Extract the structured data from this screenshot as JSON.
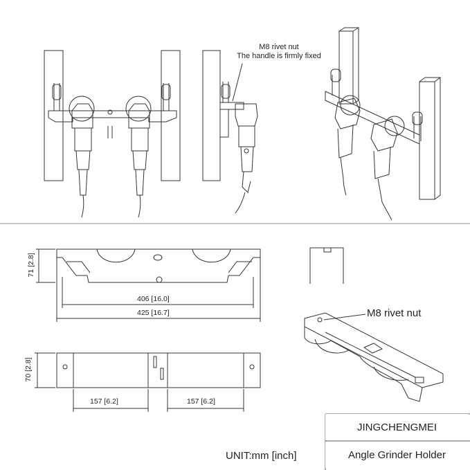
{
  "annotations": {
    "rivet_top_line1": "M8 rivet nut",
    "rivet_top_line2": "The handle is firmly fixed",
    "rivet_iso": "M8 rivet nut"
  },
  "dimensions": {
    "height_front": "71 [2.8]",
    "inner_width": "406 [16.0]",
    "overall_width": "425 [16.7]",
    "height_top": "70 [2.8]",
    "spacing_left": "157 [6.2]",
    "spacing_right": "157 [6.2]"
  },
  "units": "UNIT:mm [inch]",
  "title_block": {
    "brand": "JINGCHENGMEI",
    "product": "Angle Grinder Holder"
  }
}
